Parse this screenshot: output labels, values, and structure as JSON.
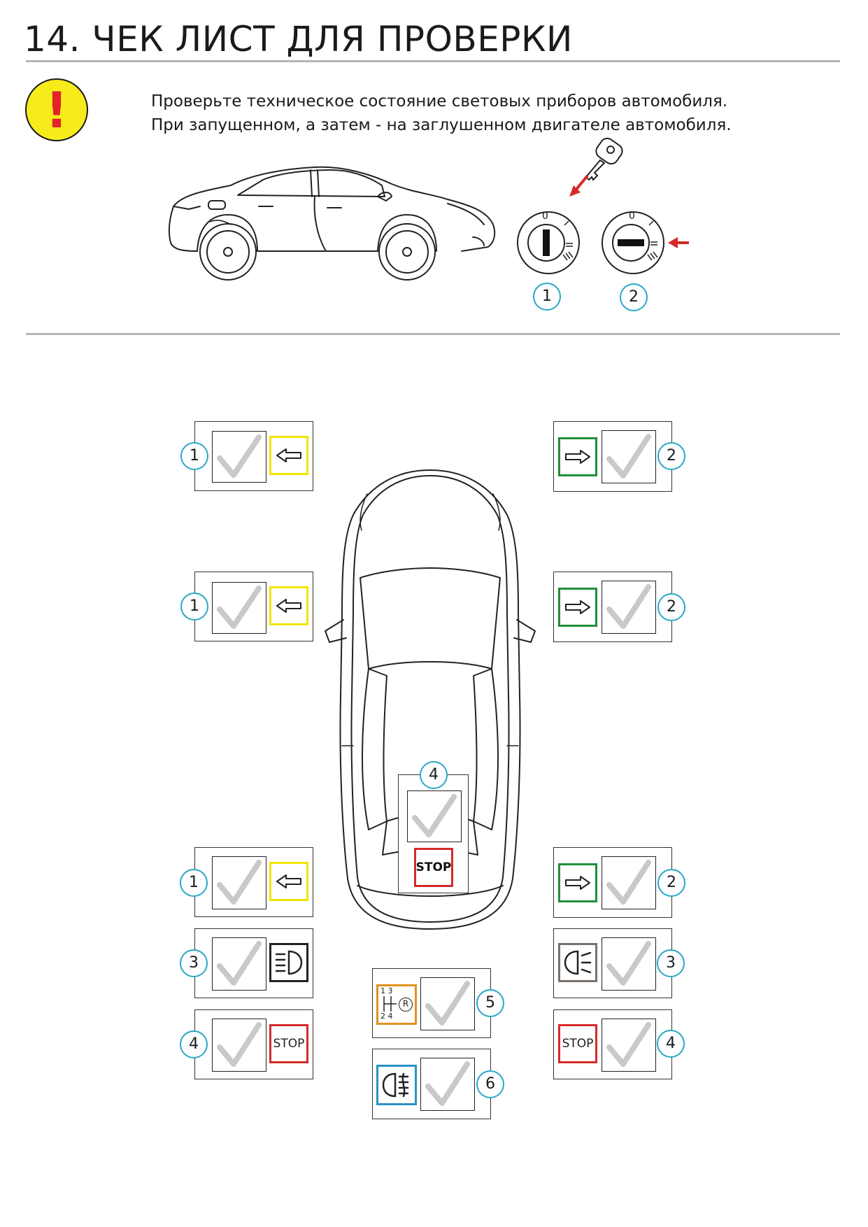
{
  "header": {
    "title": "14. ЧЕК ЛИСТ ДЛЯ ПРОВЕРКИ"
  },
  "warning": {
    "icon": "exclamation-icon",
    "mark": "!",
    "line1": "Проверьте техническое состояние световых приборов автомобиля.",
    "line2": "При запущенном, а затем - на заглушенном двигателе автомобиля."
  },
  "ignition": {
    "positions": [
      {
        "number": "1",
        "state": "vertical",
        "zero": "0"
      },
      {
        "number": "2",
        "state": "horizontal",
        "zero": "0"
      }
    ]
  },
  "checklist": {
    "left_turn_front": {
      "number": "1",
      "icon": "arrow-left-icon"
    },
    "right_turn_front": {
      "number": "2",
      "icon": "arrow-right-icon"
    },
    "left_turn_side": {
      "number": "1",
      "icon": "arrow-left-icon"
    },
    "right_turn_side": {
      "number": "2",
      "icon": "arrow-right-icon"
    },
    "center_stop": {
      "number": "4",
      "label": "STOP"
    },
    "left_turn_rear": {
      "number": "1",
      "icon": "arrow-left-icon"
    },
    "right_turn_rear": {
      "number": "2",
      "icon": "arrow-right-icon"
    },
    "left_lamp": {
      "number": "3",
      "icon": "headlamp-icon"
    },
    "right_lamp": {
      "number": "3",
      "icon": "low-beam-icon"
    },
    "left_stop": {
      "number": "4",
      "label": "STOP"
    },
    "right_stop": {
      "number": "4",
      "label": "STOP"
    },
    "reverse": {
      "number": "5",
      "icon": "gear-reverse-icon",
      "gear_top": "1 3",
      "gear_bottom": "2 4",
      "reverse_mark": "R"
    },
    "fog": {
      "number": "6",
      "icon": "rear-fog-icon"
    }
  },
  "colors": {
    "yellow": "#f2e500",
    "green": "#1f8f3a",
    "red": "#d42a2a",
    "gray": "#7a716c",
    "orange": "#e0921e",
    "blue": "#2a93c7",
    "cyan": "#29a8c9",
    "check": "#c9c9c9"
  }
}
